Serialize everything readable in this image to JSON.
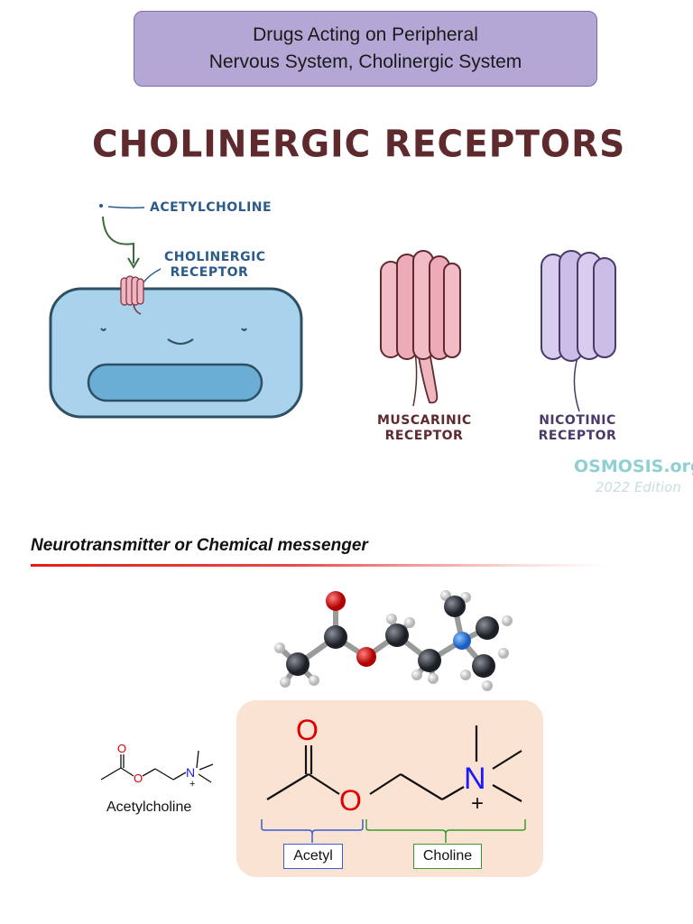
{
  "title_box": {
    "line1": "Drugs Acting on Peripheral",
    "line2": "Nervous System, Cholinergic System"
  },
  "illustration": {
    "heading": "CHOLINERGIC RECEPTORS",
    "acetylcholine_label": "ACETYLCHOLINE",
    "cholinergic_receptor_label_1": "CHOLINERGIC",
    "cholinergic_receptor_label_2": "RECEPTOR",
    "muscarinic_label_1": "MUSCARINIC",
    "muscarinic_label_2": "RECEPTOR",
    "nicotinic_label_1": "NICOTINIC",
    "nicotinic_label_2": "RECEPTOR",
    "watermark": "OSMOSIS.org",
    "watermark_edition": "2022 Edition"
  },
  "section": {
    "heading": "Neurotransmitter or Chemical messenger"
  },
  "structure": {
    "small_label": "Acetylcholine",
    "atom_O": "O",
    "atom_N": "N",
    "charge": "+",
    "acetyl_label": "Acetyl",
    "choline_label": "Choline"
  },
  "colors": {
    "title_box": "#b4a7d6",
    "heading": "#5e2a2e",
    "oxygen": "#e00000",
    "nitrogen": "#1a1aff",
    "acetyl_bracket": "#3b5bd6",
    "choline_bracket": "#3a9a2e",
    "box_fill": "#fbe3d3"
  }
}
